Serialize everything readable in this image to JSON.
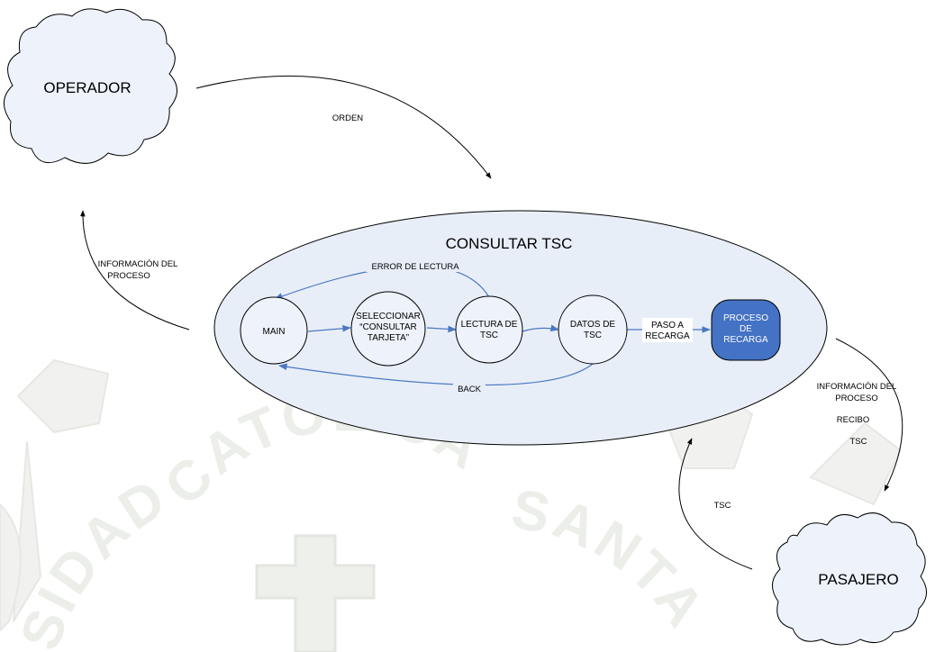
{
  "watermark": {
    "arc_top": "CATOLICA",
    "arc_left": "SIDAD",
    "arc_right": "SANTA"
  },
  "actors": {
    "operator": "OPERADOR",
    "passenger": "PASAJERO"
  },
  "process": {
    "title": "CONSULTAR TSC",
    "nodes": {
      "main": [
        "MAIN"
      ],
      "select": [
        "SELECCIONAR",
        "“CONSULTAR",
        "TARJETA”"
      ],
      "read": [
        "LECTURA DE",
        "TSC"
      ],
      "data": [
        "DATOS DE",
        "TSC"
      ],
      "recharge": [
        "PROCESO",
        "DE",
        "RECARGA"
      ]
    },
    "transitions": {
      "read_error": "ERROR DE LECTURA",
      "back": "BACK",
      "to_recharge": [
        "PASO A",
        "RECARGA"
      ]
    }
  },
  "flows": {
    "order": "ORDEN",
    "info_to_operator": [
      "INFORMACIÓN DEL",
      "PROCESO"
    ],
    "info_to_passenger": [
      "INFORMACIÓN DEL",
      "PROCESO"
    ],
    "receipt": "RECIBO",
    "tsc_to_passenger": "TSC",
    "tsc_from_passenger": "TSC"
  },
  "colors": {
    "cloud_fill": "#eef2fb",
    "ellipse_fill": "#e8eef8",
    "node_fill": "#eef2fa",
    "recharge_fill": "#4472c4",
    "arrow_inner": "#4a78c2",
    "watermark": "#eceeea"
  }
}
